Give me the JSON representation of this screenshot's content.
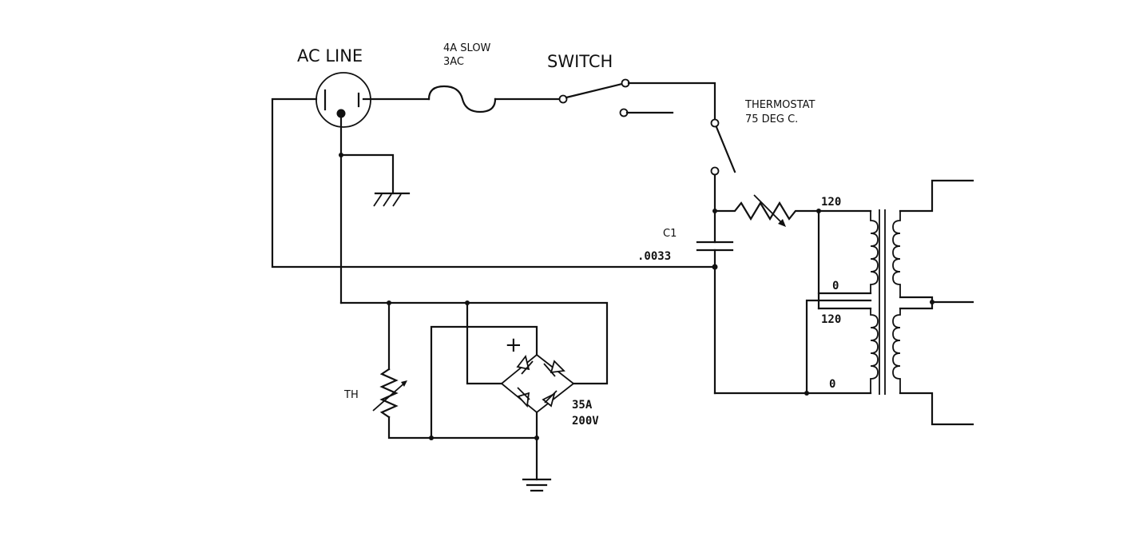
{
  "labels": {
    "ac_line": "AC LINE",
    "fuse_line1": "4A SLOW",
    "fuse_line2": "3AC",
    "switch": "SWITCH",
    "thermostat_line1": "THERMOSTAT",
    "thermostat_line2": "75 DEG C.",
    "cap_name": "C1",
    "cap_value": ".0033",
    "tap_120_top": "120",
    "tap_0_top": "0",
    "tap_120_bottom": "120",
    "tap_0_bottom": "0",
    "thermistor": "TH",
    "bridge_rating_1": "35A",
    "bridge_rating_2": "200V",
    "bridge_plus": "+"
  },
  "icons": [
    "ac-outlet-icon",
    "fuse-icon",
    "switch-icon",
    "thermostat-icon",
    "capacitor-icon",
    "resistor-icon",
    "transformer-icon",
    "thermistor-icon",
    "bridge-rectifier-icon",
    "ground-icon",
    "chassis-ground-icon"
  ]
}
